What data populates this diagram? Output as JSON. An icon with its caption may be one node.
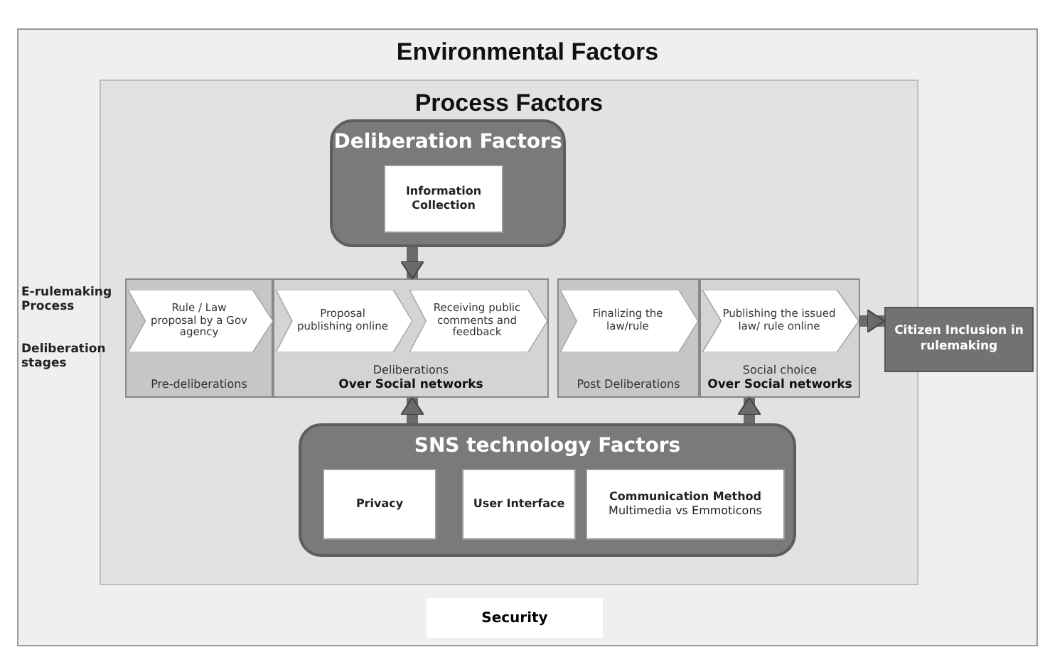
{
  "diagram": {
    "nodes": [
      {
        "text": [
          "Environmental Factors"
        ]
      },
      {
        "text": [
          "Process Factors"
        ],
        "in": 0
      },
      {
        "text": [
          "Deliberation Factors"
        ],
        "in": 1
      },
      {
        "text": [
          "Information Collection"
        ],
        "in": 2
      },
      {
        "text": [
          "Pre-deliberations"
        ],
        "in": 1
      },
      {
        "text": [
          "Rule / Law proposal by a Gov agency"
        ],
        "in": 4
      },
      {
        "text": [
          "Deliberations",
          "Over Social networks"
        ],
        "in": 1
      },
      {
        "text": [
          "Proposal publishing online"
        ],
        "in": 6
      },
      {
        "text": [
          "Receiving public comments and feedback"
        ],
        "in": 6
      },
      {
        "text": [
          "Post Deliberations"
        ],
        "in": 1
      },
      {
        "text": [
          "Finalizing the law/rule"
        ],
        "in": 9
      },
      {
        "text": [
          "Social choice",
          "Over Social networks"
        ],
        "in": 1
      },
      {
        "text": [
          "Publishing the issued law/ rule online"
        ],
        "in": 11
      },
      {
        "text": [
          "Citizen Inclusion in rulemaking"
        ],
        "in": 0
      },
      {
        "text": [
          "SNS technology Factors"
        ],
        "in": 1
      },
      {
        "text": [
          "Privacy"
        ],
        "in": 14
      },
      {
        "text": [
          "User Interface"
        ],
        "in": 14
      },
      {
        "text": [
          "Communication Method",
          "Multimedia vs Emmoticons"
        ],
        "in": 14
      },
      {
        "text": [
          "Security"
        ],
        "in": 0
      }
    ],
    "edges": [
      {
        "from": 2,
        "to": 6,
        "arrow": "to"
      },
      {
        "from": 14,
        "to": 6,
        "arrow": "to"
      },
      {
        "from": 14,
        "to": 11,
        "arrow": "to"
      },
      {
        "from": 12,
        "to": 13,
        "arrow": "to"
      }
    ],
    "labels": [
      "E-rulemaking Process",
      "Deliberation stages"
    ]
  }
}
